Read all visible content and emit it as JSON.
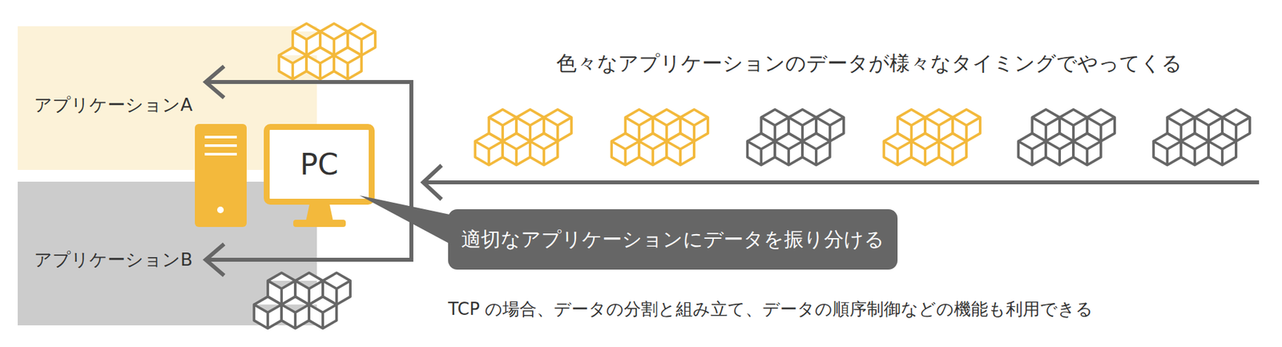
{
  "diagram": {
    "nodes": [
      {
        "text": [
          "アプリケーションA"
        ]
      },
      {
        "text": [
          "アプリケーションB"
        ]
      },
      {
        "text": [
          "PC"
        ]
      },
      {
        "text": [
          "適切なアプリケーションにデータを振り分ける"
        ]
      }
    ],
    "edges": [
      {
        "from": 2,
        "to": 0,
        "arrow": "to"
      },
      {
        "from": 2,
        "to": 1,
        "arrow": "to"
      }
    ],
    "labels": [
      "色々なアプリケーションのデータが様々なタイミングでやってくる",
      "TCP の場合、データの分割と組み立て、データの順序制御などの機能も利用できる"
    ]
  }
}
